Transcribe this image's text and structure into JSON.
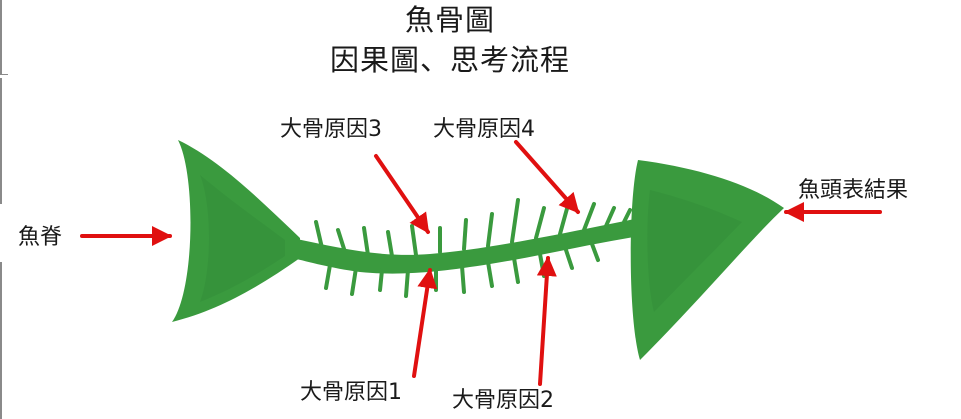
{
  "diagram": {
    "title_line1": "魚骨圖",
    "title_line2": "因果圖、思考流程",
    "labels": {
      "spine": "魚脊",
      "head": "魚頭表結果",
      "cause1": "大骨原因1",
      "cause2": "大骨原因2",
      "cause3": "大骨原因3",
      "cause4": "大骨原因4"
    }
  },
  "colors": {
    "fish": "#3a9a3e",
    "fish_dark": "#2a7a2e",
    "arrow": "#e01010",
    "text": "#1a1a1a"
  }
}
